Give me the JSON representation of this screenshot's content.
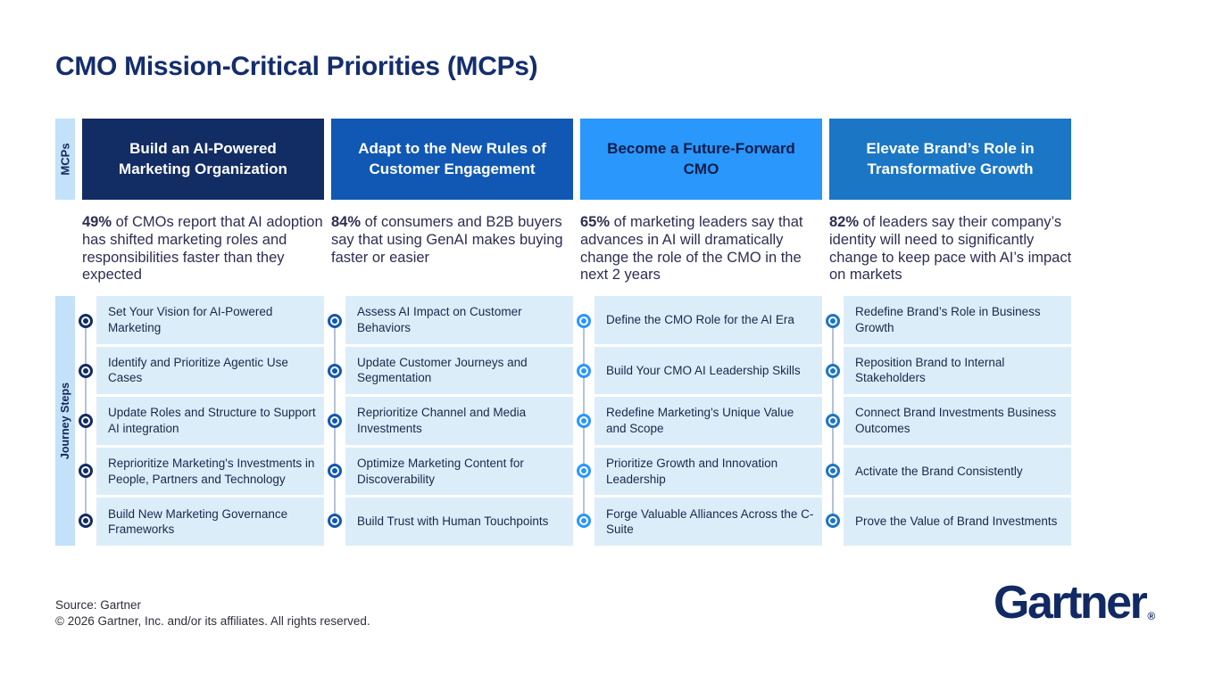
{
  "page": {
    "title": "CMO Mission-Critical Priorities (MCPs)"
  },
  "side_labels": {
    "mcps": "MCPs",
    "journey": "Journey Steps"
  },
  "colors": {
    "title_navy": "#142d6e",
    "strip_light_blue": "#c3e1f8",
    "card_light_blue": "#dcedfa",
    "rail_line": "#b6c2d5",
    "column_accents": [
      "#122c64",
      "#1058b4",
      "#2997fb",
      "#1b76c5"
    ]
  },
  "columns": [
    {
      "header": "Build an AI-Powered Marketing Organization",
      "stat_pct": "49%",
      "stat_rest": " of CMOs report that AI adoption has shifted marketing roles and responsibilities faster than they expected",
      "steps": [
        "Set Your Vision for AI-Powered Marketing",
        "Identify and Prioritize Agentic Use Cases",
        "Update Roles and Structure to Support AI integration",
        "Reprioritize Marketing's Investments in People, Partners and Technology",
        "Build New Marketing Governance Frameworks"
      ]
    },
    {
      "header": "Adapt to the New Rules of Customer Engagement",
      "stat_pct": "84%",
      "stat_rest": " of consumers and B2B buyers say that using GenAI makes buying faster or easier",
      "steps": [
        "Assess AI Impact on Customer Behaviors",
        "Update Customer Journeys and Segmentation",
        "Reprioritize Channel and Media Investments",
        "Optimize Marketing Content for Discoverability",
        "Build Trust with Human Touchpoints"
      ]
    },
    {
      "header": "Become a Future-Forward CMO",
      "stat_pct": "65%",
      "stat_rest": " of marketing leaders say that advances in AI will dramatically change the role of the CMO in the next 2 years",
      "steps": [
        "Define the CMO Role for the AI Era",
        "Build Your CMO AI Leadership Skills",
        "Redefine Marketing's Unique Value and Scope",
        "Prioritize Growth and Innovation Leadership",
        "Forge Valuable Alliances Across the C-Suite"
      ]
    },
    {
      "header": "Elevate Brand’s Role in Transformative Growth",
      "stat_pct": "82%",
      "stat_rest": " of leaders say their company’s identity will need to significantly change to keep pace with AI’s impact on markets",
      "steps": [
        "Redefine Brand’s Role in Business Growth",
        "Reposition Brand to Internal Stakeholders",
        "Connect Brand Investments Business Outcomes",
        "Activate the Brand Consistently",
        "Prove the Value of Brand Investments"
      ]
    }
  ],
  "footer": {
    "source": "Source: Gartner",
    "copyright": "© 2026 Gartner, Inc. and/or its affiliates. All rights reserved."
  },
  "logo": {
    "text": "Gartner",
    "registered": "®"
  }
}
